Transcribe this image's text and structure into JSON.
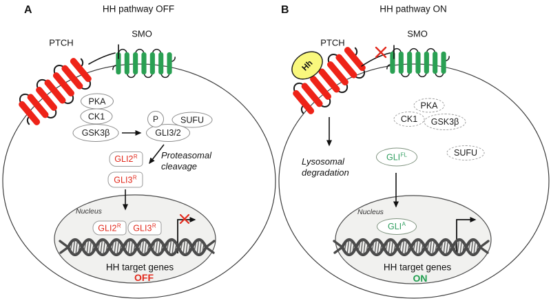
{
  "colors": {
    "ptch_red": "#ee2318",
    "smo_green": "#2aa053",
    "red_text": "#e2291c",
    "green_text": "#2f9e5f",
    "hh_yellow": "#f9f87d",
    "nucleus_fill": "#f1f1ef"
  },
  "panel_a": {
    "label": "A",
    "title": "HH pathway OFF",
    "ptch_label": "PTCH",
    "smo_label": "SMO",
    "kinases": {
      "pka": "PKA",
      "ck1": "CK1",
      "gsk3b": "GSK3β"
    },
    "complex": {
      "phospho": "P",
      "gli": "GLI3/2",
      "sufu": "SUFU"
    },
    "cleavage_line1": "Proteasomal",
    "cleavage_line2": "cleavage",
    "gli2r_base": "GLI2",
    "gli2r_sup": "R",
    "gli3r_base": "GLI3",
    "gli3r_sup": "R",
    "nucleus_label": "Nucleus",
    "nuc_gli2r_base": "GLI2",
    "nuc_gli2r_sup": "R",
    "nuc_gli3r_base": "GLI3",
    "nuc_gli3r_sup": "R",
    "target_genes": "HH target genes",
    "state": "OFF"
  },
  "panel_b": {
    "label": "B",
    "title": "HH pathway ON",
    "ligand": "Hh",
    "ptch_label": "PTCH",
    "smo_label": "SMO",
    "kinases": {
      "pka": "PKA",
      "ck1": "CK1",
      "gsk3b": "GSK3β"
    },
    "sufu": "SUFU",
    "degradation_line1": "Lysosomal",
    "degradation_line2": "degradation",
    "glifl_base": "GLI",
    "glifl_sup": "FL",
    "nucleus_label": "Nucleus",
    "glia_base": "GLI",
    "glia_sup": "A",
    "target_genes": "HH target genes",
    "state": "ON"
  }
}
